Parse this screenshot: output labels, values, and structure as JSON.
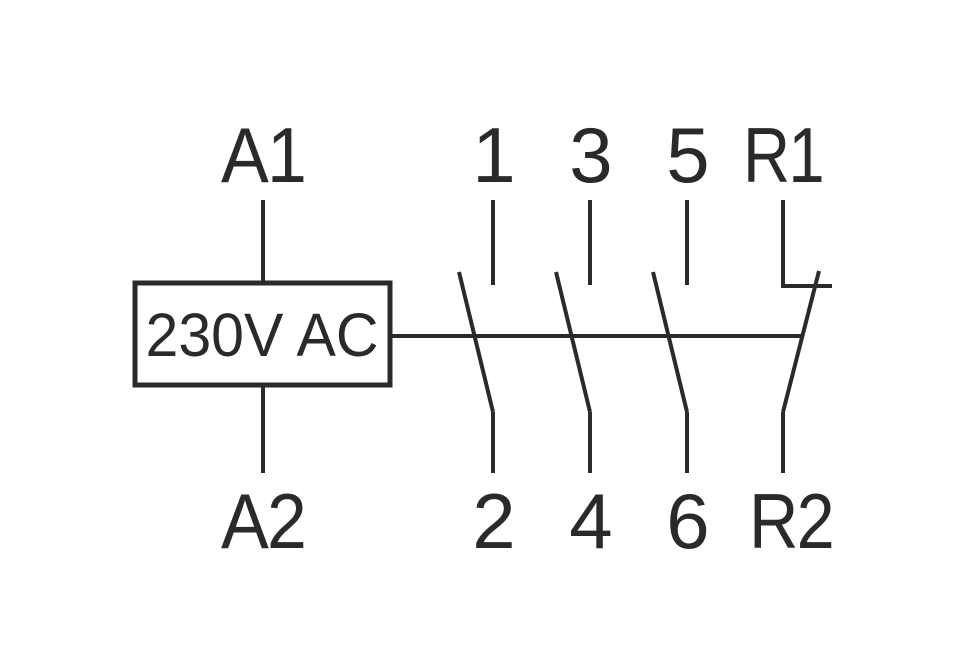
{
  "diagram": {
    "kind": "contactor-wiring-schematic",
    "colors": {
      "line": "#2b2a29",
      "background": "#ffffff"
    },
    "coil": {
      "label": "230V AC",
      "top_terminal": "A1",
      "bottom_terminal": "A2"
    },
    "contacts": [
      {
        "top_terminal": "1",
        "bottom_terminal": "2",
        "type": "normally-open"
      },
      {
        "top_terminal": "3",
        "bottom_terminal": "4",
        "type": "normally-open"
      },
      {
        "top_terminal": "5",
        "bottom_terminal": "6",
        "type": "normally-open"
      },
      {
        "top_terminal": "R1",
        "bottom_terminal": "R2",
        "type": "normally-closed"
      }
    ]
  }
}
